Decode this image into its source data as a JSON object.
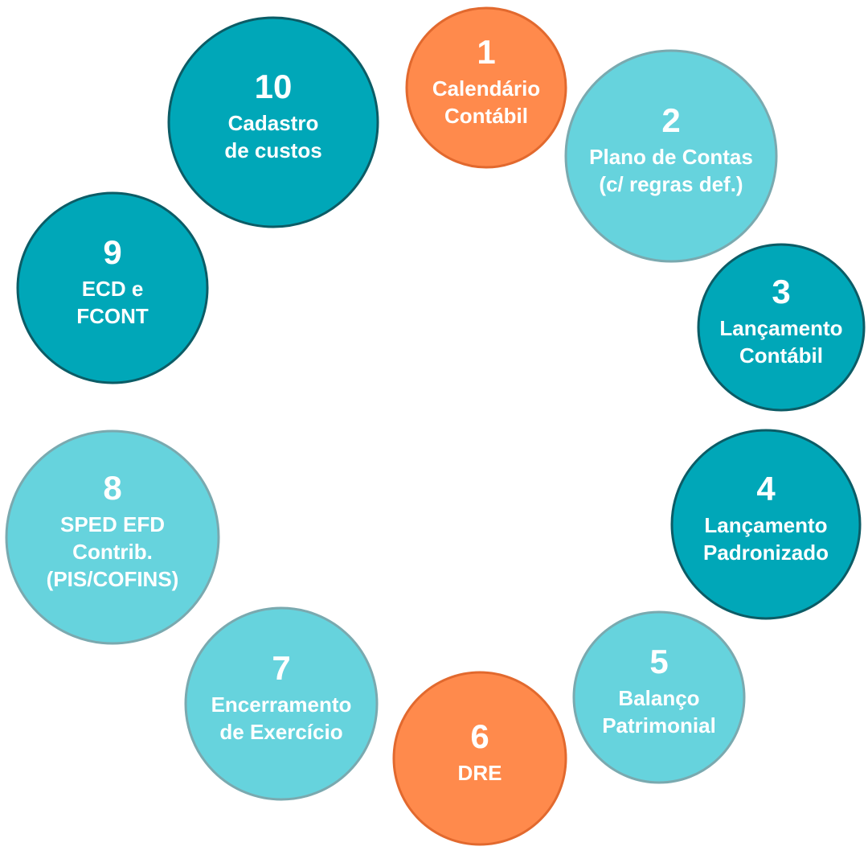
{
  "colors": {
    "orange": {
      "fill": "#FF8A4C",
      "stroke": "#E2692E"
    },
    "light": {
      "fill": "#66D3DD",
      "stroke": "#7AA9AF"
    },
    "dark": {
      "fill": "#00A7B8",
      "stroke": "#0C5C66"
    }
  },
  "steps": [
    {
      "number": "1",
      "lines": [
        "Calendário",
        "Contábil"
      ],
      "style": "orange"
    },
    {
      "number": "2",
      "lines": [
        "Plano de Contas",
        "(c/ regras def.)"
      ],
      "style": "light"
    },
    {
      "number": "3",
      "lines": [
        "Lançamento",
        "Contábil"
      ],
      "style": "dark"
    },
    {
      "number": "4",
      "lines": [
        "Lançamento",
        "Padronizado"
      ],
      "style": "dark"
    },
    {
      "number": "5",
      "lines": [
        "Balanço",
        "Patrimonial"
      ],
      "style": "light"
    },
    {
      "number": "6",
      "lines": [
        "DRE"
      ],
      "style": "orange"
    },
    {
      "number": "7",
      "lines": [
        "Encerramento",
        "de Exercício"
      ],
      "style": "light"
    },
    {
      "number": "8",
      "lines": [
        "SPED EFD",
        "Contrib.",
        "(PIS/COFINS)"
      ],
      "style": "light"
    },
    {
      "number": "9",
      "lines": [
        "ECD e",
        "FCONT"
      ],
      "style": "dark"
    },
    {
      "number": "10",
      "lines": [
        "Cadastro",
        "de custos"
      ],
      "style": "dark"
    }
  ]
}
